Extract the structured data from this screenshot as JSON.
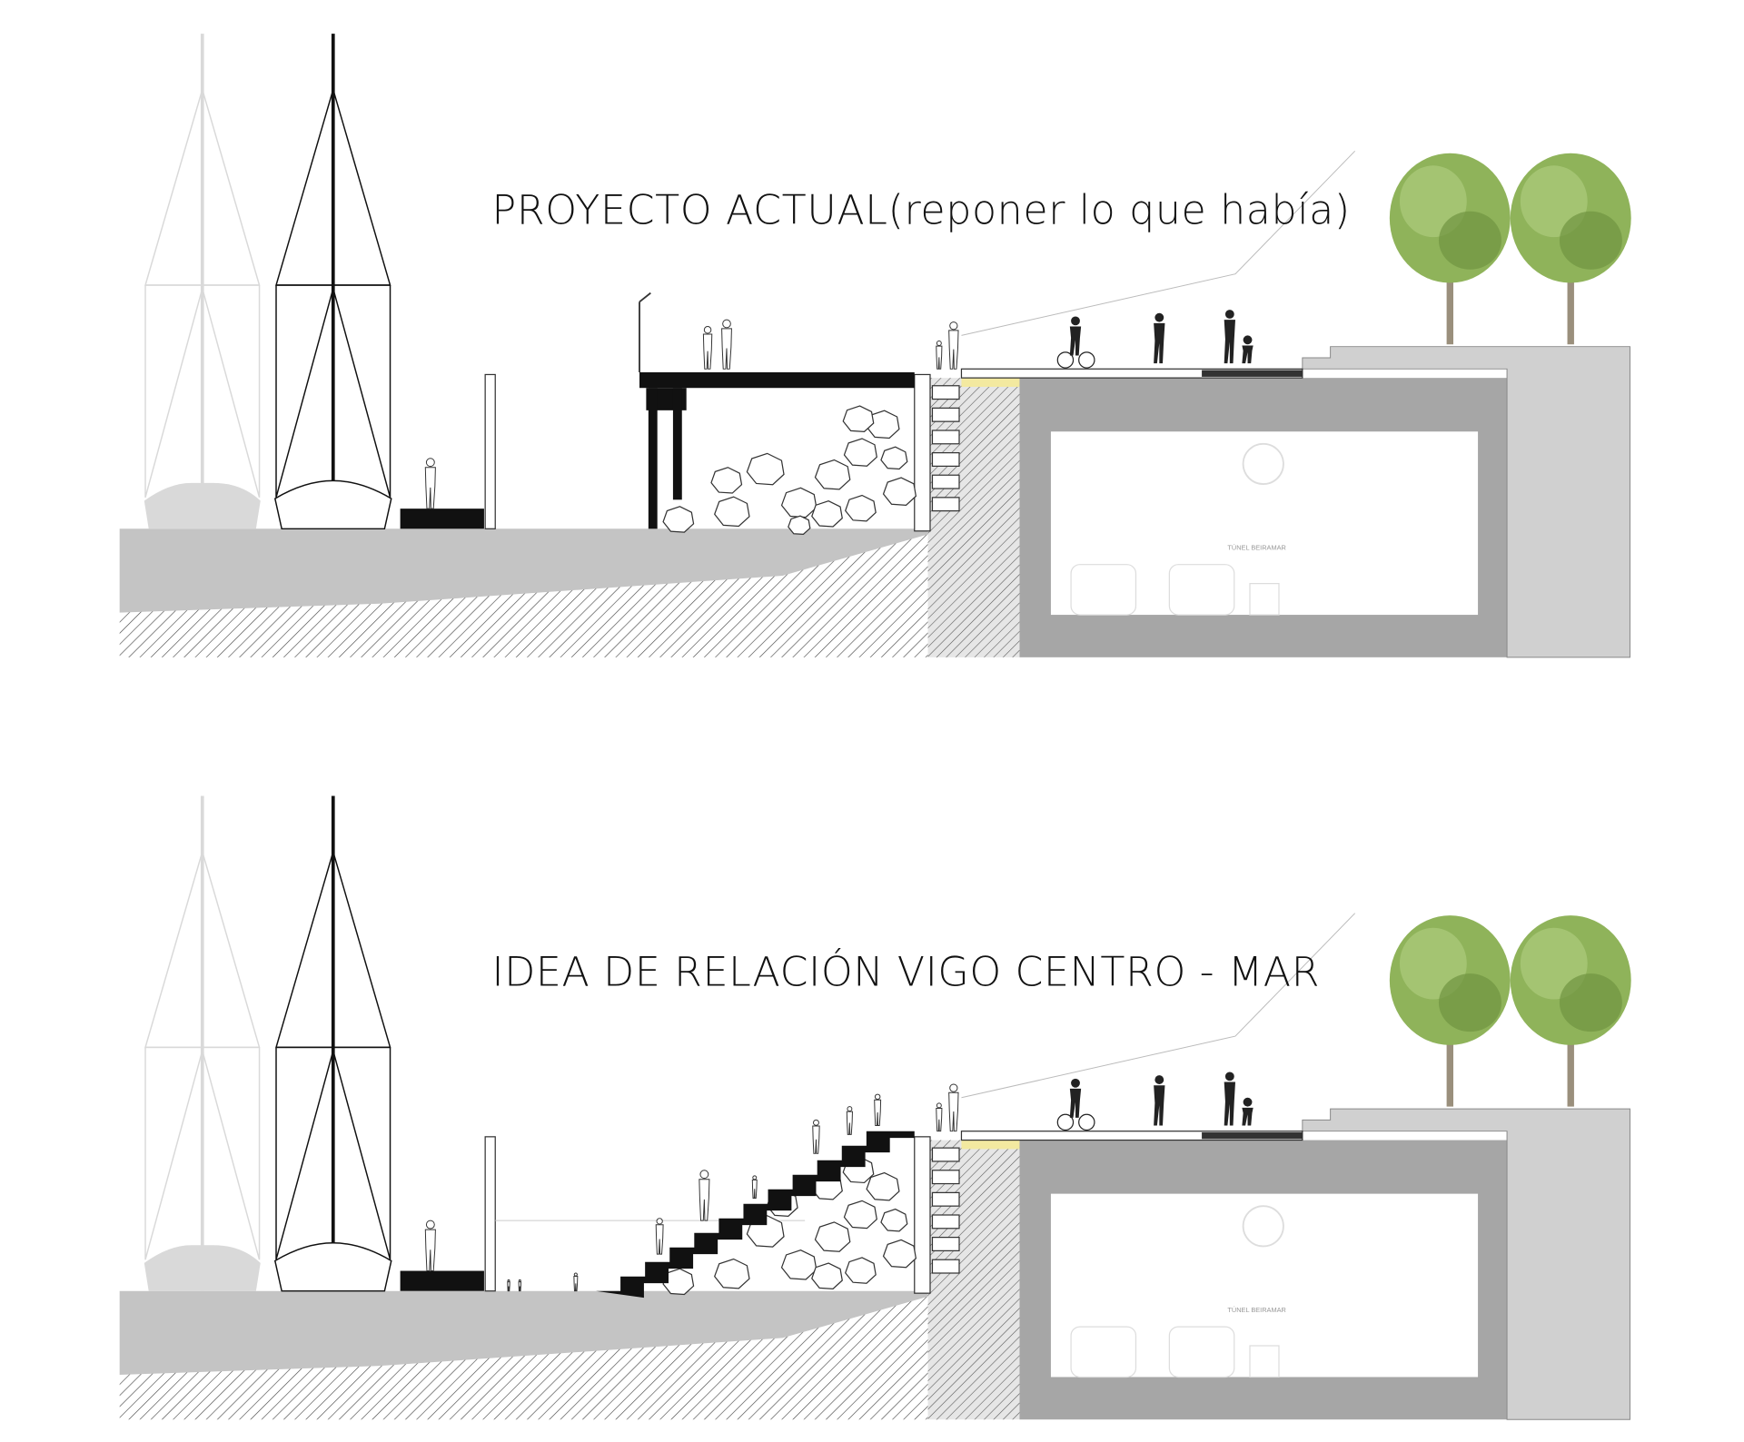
{
  "panels": [
    {
      "title": "PROYECTO ACTUAL(reponer lo que había)",
      "variant": "pier",
      "tunnel_label": "TÚNEL BEIRAMAR"
    },
    {
      "title": "IDEA DE RELACIÓN VIGO CENTRO - MAR",
      "variant": "stairs",
      "tunnel_label": "TÚNEL BEIRAMAR"
    }
  ],
  "colors": {
    "ground": "#c4c4c4",
    "structure": "#a6a6a6",
    "right_block": "#d0d0d0",
    "ghost_boat": "#d9d9d9",
    "ink": "#111111",
    "tree_foliage": "#8fb35a",
    "accent_light": "#f3e9a0"
  }
}
